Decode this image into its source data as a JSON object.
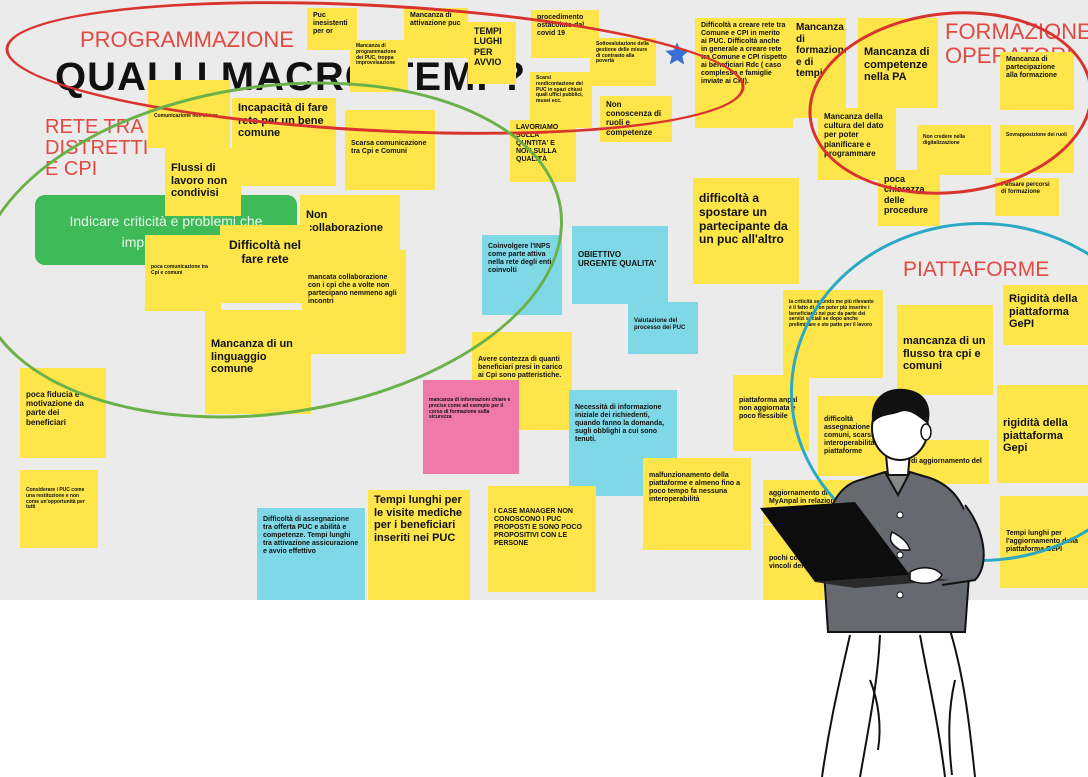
{
  "board": {
    "headings": {
      "programmazione": "PROGRAMMAZIONE",
      "formazione": "FORMAZIONE OPERATORI",
      "rete": "RETE TRA DISTRETTI E CPI",
      "piattaforme": "PIATTAFORME",
      "title": "QUALI I MACRO TEMI ?"
    },
    "task_button": "Indicare criticità e problemi che impediscono il",
    "notes": {
      "n01": "Puc inesistenti per or",
      "n02": "Mancanza di attivazione puc",
      "n03": "TEMPI LUGHI PER AVVIO",
      "n04": "procedimento ostacolato dal covid 19",
      "n05": "Mancanza di programmazione dei PUC, troppa improvvisazione",
      "n06": "Sottovalutazione della gestione delle misure di contrasto alla povertà",
      "n07": "Scarsi rendicontazione dei PUC in spazi chiusi quali uffici pubblici, musei ecc.",
      "n08": "Non conoscenza di ruoli e competenze",
      "n09": "LAVORIAMO SULLA QUNTITA' E NON SULLA QUALITÀ",
      "n10": "Difficoltà a creare rete tra Comune e CPI in merito ai PUC. Difficoltà anche in generale a creare rete tra Comune e CPI rispetto ai beneficiari Rdc ( caso complesso e famiglie inviate ai CPI).",
      "n11": "Mancanza di formazione e di tempi",
      "n12": "Mancanza di competenze nella PA",
      "n13": "Mancanza di partecipazione alla formazione",
      "n14": "Mancanza della cultura del dato per poter pianificare e programmare",
      "n15": "Non credere nella digitalizzazione",
      "n16": "Sovrapposizione dei ruoli",
      "n17": "poca chiarezza delle procedure",
      "n18": "Pensare percorsi di formazione",
      "n19": "Comunicazione non chiara",
      "n20": "Incapacità di fare rete per un bene comune",
      "n21": "Flussi di lavoro non condivisi",
      "n22": "Scarsa comunicazione tra Cpi e Comuni",
      "n23": "Non collaborazione",
      "n24": "Difficoltà nel fare rete",
      "n25": "poca comunicazione tra Cpi e comuni",
      "n26": "mancata collaborazione con i cpi che a volte non partecipano nemmeno agli incontri",
      "n27": "Mancanza di un linguaggio comune",
      "n28": "Coinvolgere l'INPS come parte attiva nella rete degli enti coinvolti",
      "n29": "OBIETTIVO URGENTE QUALITA'",
      "n30": "Valutazione del processo dei PUC",
      "n31": "difficoltà a spostare un partecipante da un puc all'altro",
      "n32": "Avere contezza di quanti beneficiari presi in carico ai Cpi sono patteristiche.",
      "n33": "mancanza di informazioni chiare e precise come ad esempio per il corso di formazione sulla sicurezza",
      "n34": "Necessità di informazione iniziale dei richiedenti, quando fanno la domanda, sugli obblighi a cui sono tenuti.",
      "n35": "poca fiducia e motivazione da parte dei beneficiari",
      "n36": "Considerare i PUC come una restituzione e non come un'opportunità per tutti",
      "n37": "Difficoltà di assegnazione tra offerta PUC e abilità e competenze. Tempi lunghi tra attivazione assicurazione e avvio effettivo",
      "n38": "Tempi lunghi per le visite mediche per i beneficiari inseriti nei PUC",
      "n39": "I CASE MANAGER NON CONOSCONO I PUC PROPOSTI E SONO POCO PROPOSITIVI CON LE PERSONE",
      "n40": "malfunzionamento della piattaforme e almeno fino a poco tempo fa nessuna interoperabilità",
      "n41": "la criticità secondo me più rilevante è il fatto di non poter più inserire i beneficiario nei puc da parte dei servizi sociali se dopo anche preliminare e ste patto per il lavoro",
      "n42": "mancanza di un flusso tra cpi e comuni",
      "n43": "Rigidità della piattaforma GePI",
      "n44": "piattaforma anpal non aggiornata e poco flessibile",
      "n45": "difficoltà assegnazione comuni, scarsa interoperabilità le piattaforme",
      "n46": "di aggiornamento del",
      "n47": "rigidità della piattaforma Gepi",
      "n48": "aggiornamento di MyAnpal in relazione",
      "n49": "pochi controlli dei vincoli dei blocchi",
      "n50": "Tempi lunghi per l'aggiornamento della piattaforma GePI"
    }
  },
  "colors": {
    "sticky_yellow": "#fde54a",
    "sticky_cyan": "#7fd8e6",
    "sticky_pink": "#ef7aa8",
    "ring_red": "#d8332f",
    "ring_green": "#6bb14a",
    "ring_teal": "#2aa8c4",
    "button_green": "#3fba58",
    "heading_red": "#e04a43",
    "star_blue": "#3b6fd8"
  },
  "icons": {
    "star": "star-icon",
    "person": "man-with-laptop-illustration"
  }
}
